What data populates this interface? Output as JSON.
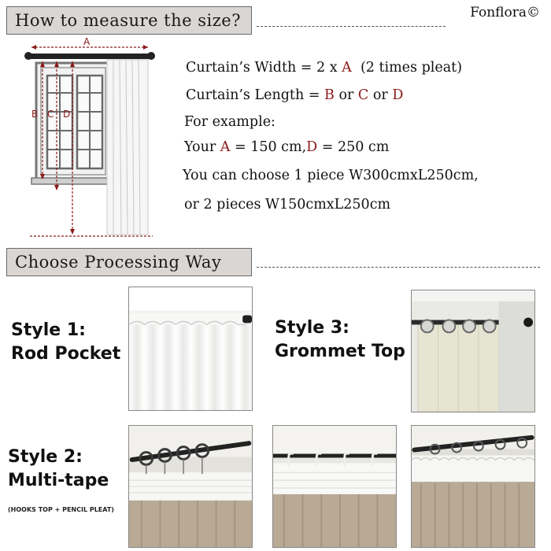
{
  "brand": "Fonflora©",
  "measure_section": {
    "heading": "How to measure the size?",
    "diagram": {
      "label_a": "A",
      "label_b": "B",
      "label_c": "C",
      "label_d": "D"
    },
    "lines": {
      "width_prefix": "Curtain’s Width = 2 x ",
      "width_a": "A",
      "width_suffix": "  (2 times pleat)",
      "length_prefix": "Curtain’s Length = ",
      "length_b": "B",
      "length_or1": " or ",
      "length_c": "C",
      "length_or2": " or ",
      "length_d": "D",
      "example": "For example:",
      "your_prefix": "Your ",
      "your_a": "A",
      "your_mid": " = 150 cm,",
      "your_d": "D",
      "your_suffix": " = 250 cm",
      "choose_1": "You can choose 1 piece W300cmxL250cm,",
      "choose_2": "or 2 pieces W150cmxL250cm"
    }
  },
  "processing_section": {
    "heading": "Choose Processing Way",
    "style1": {
      "line1": "Style 1:",
      "line2": "Rod Pocket"
    },
    "style2": {
      "line1": "Style 2:",
      "line2": "Multi-tape",
      "note": "(HOOKS TOP + PENCIL PLEAT)"
    },
    "style3": {
      "line1": "Style 3:",
      "line2": "Grommet Top"
    }
  },
  "colors": {
    "header_bg": "#d9d6d4",
    "accent_red": "#8b1a1a",
    "curtain_beige": "#b8aa95",
    "curtain_white": "#f4f4f2",
    "curtain_cream": "#e6e5d2",
    "rod_black": "#2a2a2a"
  }
}
